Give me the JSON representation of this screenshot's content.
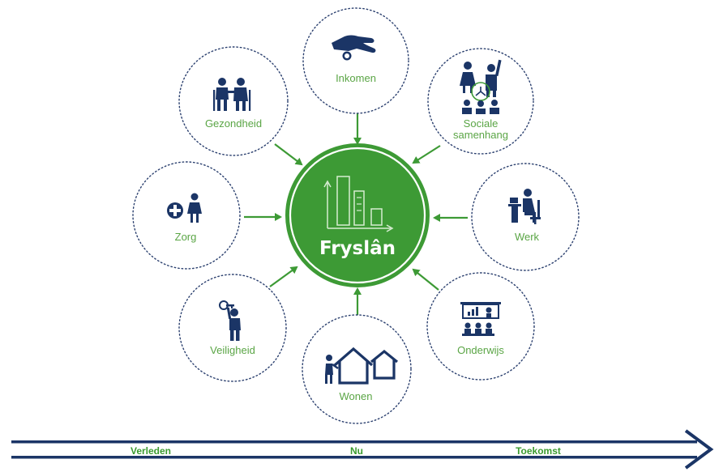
{
  "center": {
    "label": "Fryslân"
  },
  "nodes": [
    {
      "id": "inkomen",
      "lines": [
        "Inkomen"
      ],
      "icon": "hand-coin-icon"
    },
    {
      "id": "sociale-samenhang",
      "lines": [
        "Sociale",
        "samenhang"
      ],
      "icon": "social-cohesion-icon"
    },
    {
      "id": "werk",
      "lines": [
        "Werk"
      ],
      "icon": "office-worker-icon"
    },
    {
      "id": "onderwijs",
      "lines": [
        "Onderwijs"
      ],
      "icon": "classroom-icon"
    },
    {
      "id": "wonen",
      "lines": [
        "Wonen"
      ],
      "icon": "houses-icon"
    },
    {
      "id": "veiligheid",
      "lines": [
        "Veiligheid"
      ],
      "icon": "person-key-icon"
    },
    {
      "id": "zorg",
      "lines": [
        "Zorg"
      ],
      "icon": "care-cross-person-icon"
    },
    {
      "id": "gezondheid",
      "lines": [
        "Gezondheid"
      ],
      "icon": "elderly-couple-icon"
    }
  ],
  "timeline": {
    "labels": [
      "Verleden",
      "Nu",
      "Toekomst"
    ]
  },
  "colors": {
    "green": "#3d9a35",
    "green_light": "#5aa545",
    "navy": "#1b3566",
    "dot": "#2a3f6e"
  }
}
